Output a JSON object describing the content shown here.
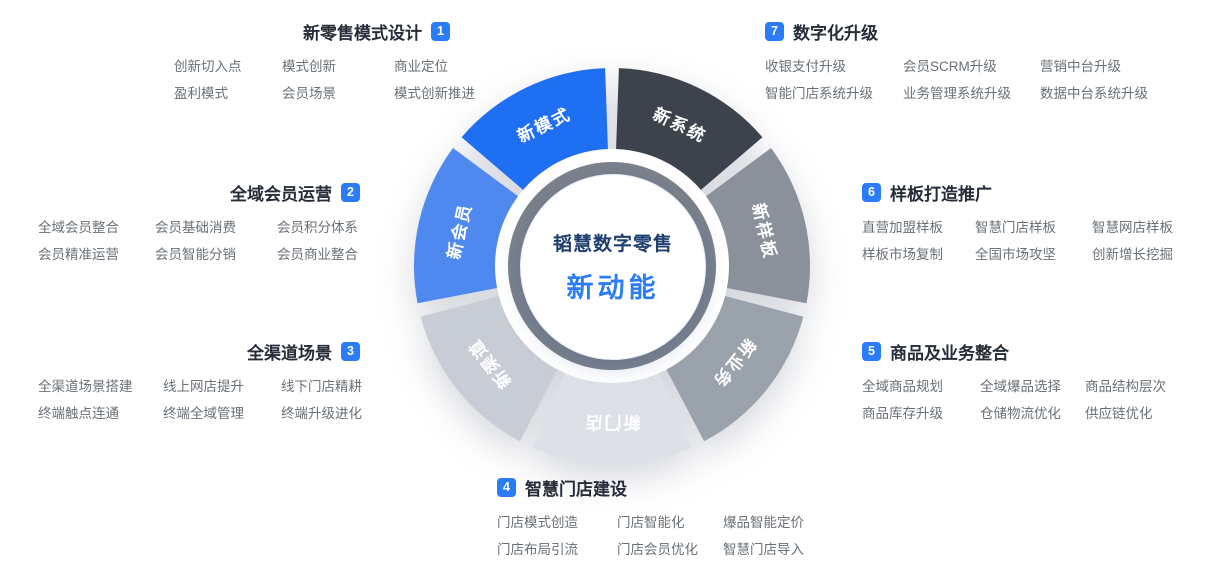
{
  "colors": {
    "accent": "#2b7cf7",
    "title_text": "#262c38",
    "item_text": "#6a7077",
    "center_title": "#1d3e6e"
  },
  "center": {
    "line1": "韬慧数字零售",
    "line2": "新动能"
  },
  "wheel": {
    "outer_radius": 198,
    "inner_radius": 117,
    "label_radius": 156,
    "gap_degrees": 4,
    "ring_radius": 104,
    "ring_color": "#7b828c",
    "segments": [
      {
        "label": "新模式",
        "color": "#1e6ff2",
        "angle": -25.71
      },
      {
        "label": "新系统",
        "color": "#3d434c",
        "angle": 25.71
      },
      {
        "label": "新样板",
        "color": "#8a919b",
        "angle": 77.14
      },
      {
        "label": "新业务",
        "color": "#9aa2ac",
        "angle": 128.57
      },
      {
        "label": "新门店",
        "color": "#dde1e7",
        "angle": 180
      },
      {
        "label": "新渠道",
        "color": "#c8cdd5",
        "angle": 231.43
      },
      {
        "label": "新会员",
        "color": "#4f88ef",
        "angle": 282.86
      }
    ]
  },
  "sections": [
    {
      "num": "1",
      "title": "新零售模式设计",
      "items": [
        [
          "创新切入点",
          "模式创新",
          "商业定位"
        ],
        [
          "盈利模式",
          "会员场景",
          "模式创新推进"
        ]
      ]
    },
    {
      "num": "2",
      "title": "全域会员运营",
      "items": [
        [
          "全域会员整合",
          "会员基础消费",
          "会员积分体系"
        ],
        [
          "会员精准运营",
          "会员智能分销",
          "会员商业整合"
        ]
      ]
    },
    {
      "num": "3",
      "title": "全渠道场景",
      "items": [
        [
          "全渠道场景搭建",
          "线上网店提升",
          "线下门店精耕"
        ],
        [
          "终端触点连通",
          "终端全域管理",
          "终端升级进化"
        ]
      ]
    },
    {
      "num": "4",
      "title": "智慧门店建设",
      "items": [
        [
          "门店模式创造",
          "门店智能化",
          "爆品智能定价"
        ],
        [
          "门店布局引流",
          "门店会员优化",
          "智慧门店导入"
        ]
      ]
    },
    {
      "num": "5",
      "title": "商品及业务整合",
      "items": [
        [
          "全域商品规划",
          "全域爆品选择",
          "商品结构层次"
        ],
        [
          "商品库存升级",
          "仓储物流优化",
          "供应链优化"
        ]
      ]
    },
    {
      "num": "6",
      "title": "样板打造推广",
      "items": [
        [
          "直营加盟样板",
          "智慧门店样板",
          "智慧网店样板"
        ],
        [
          "样板市场复制",
          "全国市场攻坚",
          "创新增长挖掘"
        ]
      ]
    },
    {
      "num": "7",
      "title": "数字化升级",
      "items": [
        [
          "收银支付升级",
          "会员SCRM升级",
          "营销中台升级"
        ],
        [
          "智能门店系统升级",
          "业务管理系统升级",
          "数据中台系统升级"
        ]
      ]
    }
  ]
}
